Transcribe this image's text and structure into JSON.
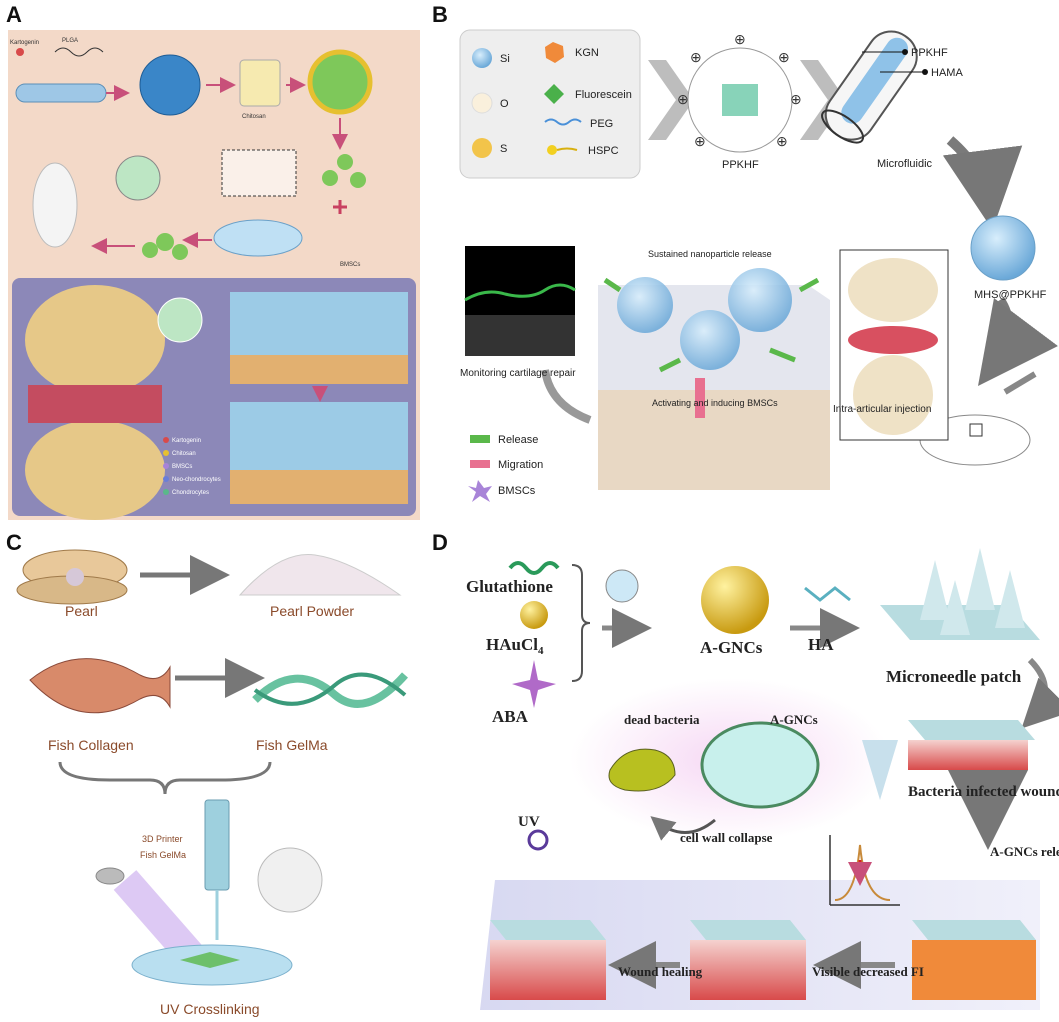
{
  "panels": {
    "a": {
      "letter": "A",
      "labels": {
        "kartogenin": "Kartogenin",
        "plga": "PLGA",
        "chitosan": "Chitosan",
        "bmscs": "BMSCs"
      },
      "legend": [
        "Kartogenin",
        "Chitosan",
        "BMSCs",
        "Neo-chondrocytes",
        "Chondrocytes"
      ]
    },
    "b": {
      "letter": "B",
      "legend": {
        "si": "Si",
        "o": "O",
        "s": "S",
        "kgn": "KGN",
        "fluorescein": "Fluorescein",
        "peg": "PEG",
        "hspc": "HSPC"
      },
      "ppkhf": "PPKHF",
      "microfluidic": "Microfluidic",
      "callout_ppkhf": "PPKHF",
      "callout_hama": "HAMA",
      "mhs": "MHS@PPKHF",
      "sustained": "Sustained nanoparticle release",
      "monitoring": "Monitoring cartilage repair",
      "activating": "Activating and inducing BMSCs",
      "intra": "Intra-articular injection",
      "release": "Release",
      "migration": "Migration",
      "bmscs": "BMSCs"
    },
    "c": {
      "letter": "C",
      "pearl": "Pearl",
      "pearl_powder": "Pearl Powder",
      "fish_collagen": "Fish Collagen",
      "fish_gelma": "Fish GelMa",
      "printer": "3D Printer",
      "printer_gelma": "Fish GelMa",
      "uv_crosslinking": "UV Crosslinking"
    },
    "d": {
      "letter": "D",
      "glutathione": "Glutathione",
      "haucl": "HAuCl",
      "haucl_sub": "4",
      "aba": "ABA",
      "agncs": "A-GNCs",
      "ha": "HA",
      "patch": "Microneedle patch",
      "dead_bacteria": "dead bacteria",
      "agncs_small": "A-GNCs",
      "cell_wall": "cell wall collapse",
      "infected": "Bacteria infected wound",
      "uv": "UV",
      "release": "A-GNCs release",
      "visible": "Visible decreased FI",
      "healing": "Wound healing"
    }
  },
  "colors": {
    "panel_a_bg": "#f3d9c8",
    "panel_a_bottom": "#8c88b8",
    "arrow_pink": "#c8507a",
    "arrow_gray": "#8a8a8a",
    "green": "#5aa84a",
    "blue_sphere": "#7fb9e0",
    "pink_glow": "#f2c7ef"
  }
}
